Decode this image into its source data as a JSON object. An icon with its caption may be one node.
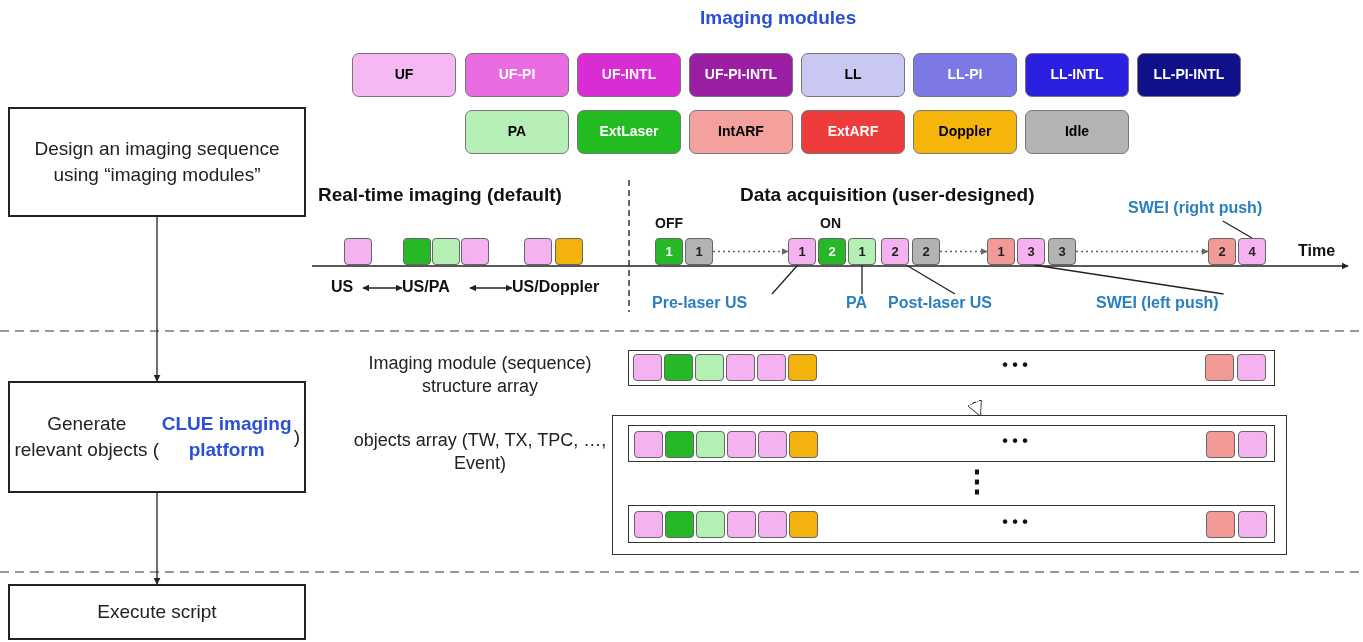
{
  "diagram": {
    "nodes": [
      {
        "text": [
          "Design an imaging sequence using “imaging modules”"
        ]
      },
      {
        "text": [
          "Generate relevant objects (**CLUE imaging platform**)"
        ]
      },
      {
        "text": [
          "Execute script"
        ]
      },
      {
        "text": [
          "UF"
        ]
      },
      {
        "text": [
          "UF-PI"
        ]
      },
      {
        "text": [
          "UF-INTL"
        ]
      },
      {
        "text": [
          "UF-PI-INTL"
        ]
      },
      {
        "text": [
          "LL"
        ]
      },
      {
        "text": [
          "LL-PI"
        ]
      },
      {
        "text": [
          "LL-INTL"
        ]
      },
      {
        "text": [
          "LL-PI-INTL"
        ]
      },
      {
        "text": [
          "PA"
        ]
      },
      {
        "text": [
          "ExtLaser"
        ]
      },
      {
        "text": [
          "IntARF"
        ]
      },
      {
        "text": [
          "ExtARF"
        ]
      },
      {
        "text": [
          "Doppler"
        ]
      },
      {
        "text": [
          "Idle"
        ]
      },
      {
        "text": [],
        "shape": "box"
      },
      {
        "text": [],
        "shape": "box"
      },
      {
        "text": [],
        "shape": "box"
      },
      {
        "text": [],
        "shape": "box"
      },
      {
        "text": [],
        "shape": "box"
      },
      {
        "text": [],
        "shape": "box"
      },
      {
        "text": [
          "US"
        ]
      },
      {
        "text": [
          "US/PA"
        ]
      },
      {
        "text": [
          "US/Doppler"
        ]
      },
      {
        "text": [
          "1"
        ]
      },
      {
        "text": [
          "1"
        ]
      },
      {
        "text": [
          "1"
        ]
      },
      {
        "text": [
          "2"
        ]
      },
      {
        "text": [
          "1"
        ]
      },
      {
        "text": [
          "2"
        ]
      },
      {
        "text": [
          "2"
        ]
      },
      {
        "text": [
          "1"
        ]
      },
      {
        "text": [
          "3"
        ]
      },
      {
        "text": [
          "3"
        ]
      },
      {
        "text": [
          "2"
        ]
      },
      {
        "text": [
          "4"
        ]
      },
      {
        "text": [
          "Pre-laser US"
        ]
      },
      {
        "text": [
          "PA"
        ]
      },
      {
        "text": [
          "Post-laser US"
        ]
      },
      {
        "text": [
          "SWEI (left push)"
        ]
      },
      {
        "text": [
          "SWEI (right push)"
        ]
      },
      {
        "text": [
          "Imaging module (sequence) structure array"
        ]
      },
      {
        "text": [],
        "shape": "box",
        "in": 43
      },
      {
        "text": [],
        "shape": "box",
        "in": 43
      },
      {
        "text": [],
        "shape": "box",
        "in": 43
      },
      {
        "text": [],
        "shape": "box",
        "in": 43
      },
      {
        "text": [],
        "shape": "box",
        "in": 43
      },
      {
        "text": [],
        "shape": "box",
        "in": 43
      },
      {
        "text": [],
        "shape": "box",
        "in": 43
      },
      {
        "text": [],
        "shape": "box",
        "in": 43
      },
      {
        "text": [
          "objects array (TW, TX, TPC, …, Event)"
        ]
      },
      {
        "text": [],
        "shape": "box",
        "in": 52
      },
      {
        "text": [],
        "shape": "box",
        "in": 53
      },
      {
        "text": [],
        "shape": "box",
        "in": 53
      },
      {
        "text": [],
        "shape": "box",
        "in": 53
      },
      {
        "text": [],
        "shape": "box",
        "in": 53
      },
      {
        "text": [],
        "shape": "box",
        "in": 53
      },
      {
        "text": [],
        "shape": "box",
        "in": 53
      },
      {
        "text": [],
        "shape": "box",
        "in": 53
      },
      {
        "text": [],
        "shape": "box",
        "in": 53
      },
      {
        "text": [],
        "shape": "box",
        "in": 52
      },
      {
        "text": [],
        "shape": "box",
        "in": 62
      },
      {
        "text": [],
        "shape": "box",
        "in": 62
      },
      {
        "text": [],
        "shape": "box",
        "in": 62
      },
      {
        "text": [],
        "shape": "box",
        "in": 62
      },
      {
        "text": [],
        "shape": "box",
        "in": 62
      },
      {
        "text": [],
        "shape": "box",
        "in": 62
      },
      {
        "text": [],
        "shape": "box",
        "in": 62
      },
      {
        "text": [],
        "shape": "box",
        "in": 62
      }
    ],
    "edges": [
      {
        "from": 0,
        "to": 1,
        "arrow": "to"
      },
      {
        "from": 1,
        "to": 2,
        "arrow": "to"
      },
      {
        "from": 23,
        "to": 24,
        "arrow": "both"
      },
      {
        "from": 24,
        "to": 25,
        "arrow": "both"
      },
      {
        "from": 27,
        "to": 28,
        "arrow": "to",
        "style": "dashed"
      },
      {
        "from": 32,
        "to": 33,
        "arrow": "to",
        "style": "dashed"
      },
      {
        "from": 35,
        "to": 36,
        "arrow": "to",
        "style": "dashed"
      },
      {
        "from": 38,
        "to": 28,
        "arrow": "none"
      },
      {
        "from": 39,
        "to": 30,
        "arrow": "none"
      },
      {
        "from": 40,
        "to": 31,
        "arrow": "none"
      },
      {
        "from": 41,
        "to": 34,
        "arrow": "none"
      },
      {
        "from": 42,
        "to": 37,
        "arrow": "none"
      },
      {
        "from": 43,
        "to": 52,
        "arrow": "to"
      }
    ],
    "labels": [
      "Imaging modules",
      "Real-time imaging (default)",
      "Data acquisition (user-designed)",
      "OFF",
      "ON",
      "Time",
      "• • •",
      "• • •",
      "⋮",
      "• • •"
    ]
  }
}
